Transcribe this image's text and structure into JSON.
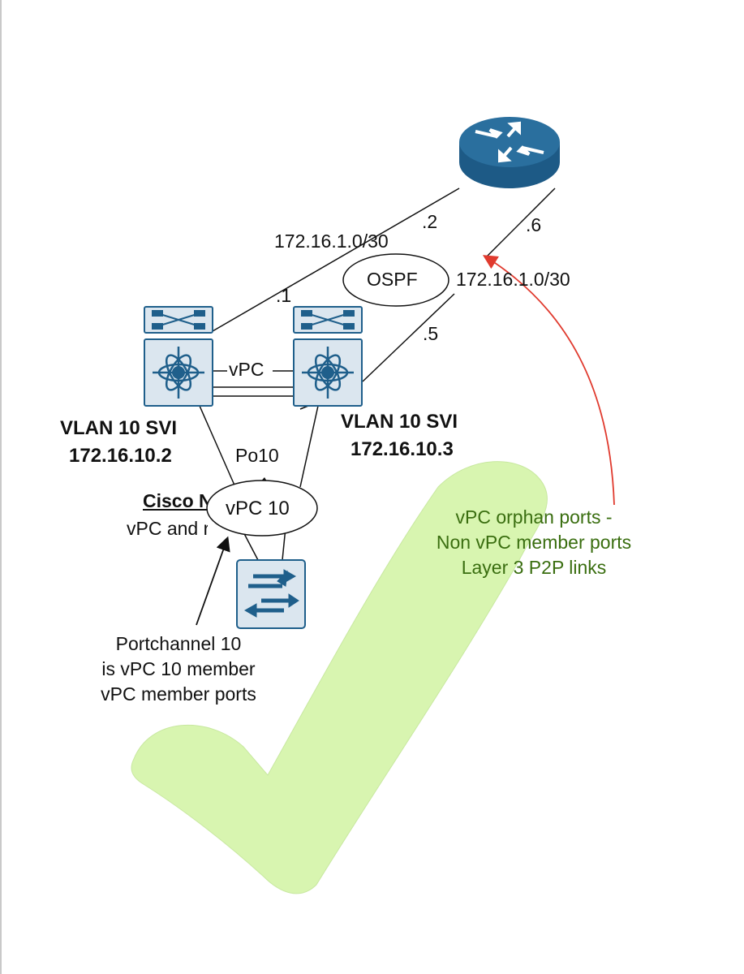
{
  "labels": {
    "dot2": ".2",
    "dot6": ".6",
    "dot1": ".1",
    "dot5": ".5",
    "subnet_left": "172.16.1.0/30",
    "subnet_right": "172.16.1.0/30",
    "ospf": "OSPF",
    "vpc_peer": "vPC",
    "svi_left_title": "VLAN 10 SVI",
    "svi_left_ip": "172.16.10.2",
    "svi_right_title": "VLAN 10 SVI",
    "svi_right_ip": "172.16.10.3",
    "po10": "Po10",
    "vpc10": "vPC 10",
    "cisco_partial": "Cisco N",
    "vpc_and_partial": "vPC and r",
    "member_note": [
      "Portchannel 10",
      "is vPC 10 member",
      "vPC member ports"
    ],
    "orphan_note": [
      "vPC orphan ports -",
      "Non vPC member ports",
      "Layer 3 P2P links"
    ]
  },
  "icons": {
    "router": "router-icon",
    "nexus_left": "nexus-switch-icon",
    "nexus_right": "nexus-switch-icon",
    "access_switch": "layer2-switch-icon",
    "checkmark": "checkmark-icon"
  },
  "colors": {
    "device_blue": "#1f5f8b",
    "device_fill": "#dbe6ef",
    "checkmark": "#d8f5b0",
    "arrow_red": "#e03a2e",
    "note_green": "#3a6e10"
  }
}
